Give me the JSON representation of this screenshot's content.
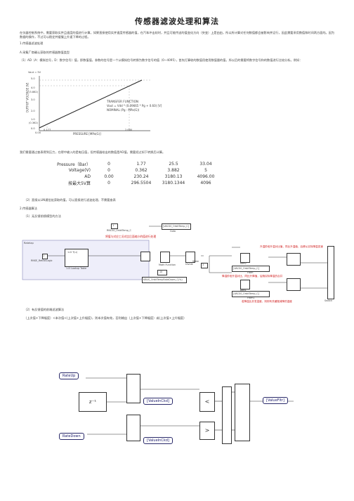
{
  "title": "传感器滤波处理和算法",
  "intro": "在仪器控制系统中，需要获取实并且速度的值进行计算，如果直接使用实并速度传感器的值，在汽车冲击较时，并且可能传送的值变化方向（突变）上是由由，所以所计算对任何数值都会被影响并运行，因此需要采用数值和时间两方面的。因为数据的操作，不过可以稳定并缓慢上升速下降的过程。",
  "sec1": "1.传感器滤波处理",
  "sec1a": "A.采集厂商确认获取的传感器数值类型",
  "p1": "（1）AD（A：模拟信号，D：数字信号）值，即数值值，参数的信号是一个从模拟信号转换为数字信号的值（0~4095），首先打算收的数值用使用数值量的值，所以后的需要将数字信号和的数值进行比较分析。例如：",
  "graph": {
    "vout_label": "Vout = 5V",
    "y_axis": "OUTPUT VOLTAGE [V]",
    "y_ticks": [
      "5.0",
      "4.0",
      "(3.882)",
      "3.0",
      "2.0",
      "1.0",
      "(0.362)",
      "0.0"
    ],
    "x_axis": "PRESSURE [MPa(G)]",
    "x_ticks": [
      "0.00",
      "0.177",
      "2.680"
    ],
    "tf_title": "TRANSFER FUNCTION",
    "tf_line1": "Vout = Vdd * (0.09665 * Pg + 0.60) [V]",
    "tf_line2": "NOMINAL (Pg : MPa(G))"
  },
  "p2": "我们需要通过查表得到压力，在得中输入的是电压值，但传感器给出的数值是AD值，需要经过如下转换后计算。",
  "table": [
    {
      "label": "Pressure（Bar）",
      "cells": [
        "0",
        "1.77",
        "25.5",
        "33.04"
      ]
    },
    {
      "label": "Voltage(V)",
      "cells": [
        "0",
        "0.362",
        "3.882",
        "5"
      ]
    },
    {
      "label": "AD",
      "cells": [
        "0.00",
        "230.24",
        "3180.13",
        "4096.00"
      ]
    },
    {
      "label": "按最大5V算",
      "cells": [
        "0",
        "296.5504",
        "3180.1344",
        "4096"
      ]
    }
  ],
  "p3": "（2）直接从LIN通信处获取的值，可以直接进行滤波处理，不需要查表",
  "sec2": "2.传感器算法",
  "sec2a": "（1）无反馈前馈模型的方法",
  "diag1": {
    "top_in1": "1",
    "top_in_name": "RNCS0_OrbitTemp_C",
    "top_goto": "[VACS0_OrbitTemp_C]",
    "top_goto_name": "Goto",
    "red1": "将值与对应工况对比后面缩小的值进行处理",
    "sub_title": "Ratelap",
    "in_port": "1",
    "in_name": "RNSE_RetEstLogic",
    "lookup": "1-D T(u)",
    "lookup_name": "1-D Lookup Table",
    "sum_name": "Add",
    "func_name": "Math Function",
    "const_val": "10",
    "divide_name": "Divide",
    "red2": "升温阶段升温对比值，同比升温值，后移从实际降温变速",
    "state_in": "3",
    "state_name": "State",
    "add2": "Add2",
    "goto2": "[VACS0_OrbitTemp_C]",
    "from1": "From",
    "red3": "降温阶段升温对比，同比升降值，后随实际降温的合并",
    "rate_block": "KBUS_OrbitTempRateDown_C(%)",
    "add1": "Add1",
    "goto3": "[VACS0_OrbitTemp_C]",
    "from2": "From1",
    "red4": "若降温比并发温度，则则有关缓慢减降的温度",
    "switch_name": "Switch"
  },
  "sec2b": "（2）有反馈值的前端滤波算法",
  "p4": "（上次值+下降幅度）<本次值<(上次值+上升幅度)，则本次值有效，否则输出（上次值+下降幅度）或(上次值+上升幅度)",
  "diag2": {
    "rate_up": "RateUp",
    "rate_down": "RateDown",
    "delay": "z⁻¹",
    "from_top": "[ValueInCkd]",
    "from_bottom": "[ValueInCkd]",
    "lt": "<",
    "gt": ">",
    "out": "[ValueFltr]"
  }
}
